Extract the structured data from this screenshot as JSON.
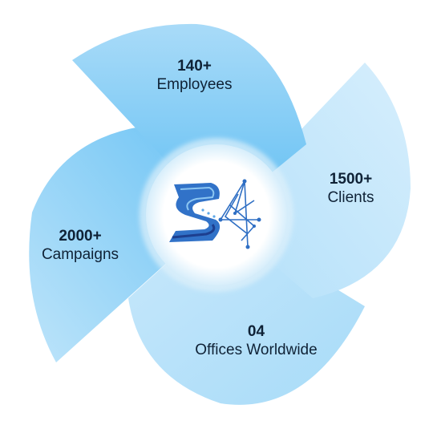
{
  "colors": {
    "petal_top": "#8fd0f6",
    "petal_top_deep": "#5bbcf2",
    "petal_right": "#cbe9fb",
    "petal_left": "#a8dcf8",
    "petal_bottom": "#bfe4fa",
    "center_ring": "#e6f4fc",
    "logo_blue": "#2f6fc4",
    "logo_dark": "#1d3f8f",
    "text": "#0f2236"
  },
  "stats": {
    "employees": {
      "value": "140+",
      "label": "Employees"
    },
    "clients": {
      "value": "1500+",
      "label": "Clients"
    },
    "campaigns": {
      "value": "2000+",
      "label": "Campaigns"
    },
    "offices": {
      "value": "04",
      "label": "Offices Worldwide"
    }
  },
  "logo": {
    "icon": "s4-logo-icon"
  }
}
